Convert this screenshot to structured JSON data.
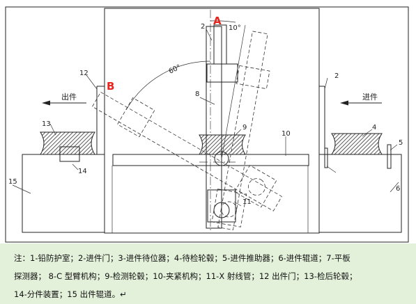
{
  "markers": {
    "a": "A",
    "b": "B"
  },
  "angles": {
    "small": "10°",
    "large": "60°"
  },
  "arrows": {
    "exit": "出件",
    "entry": "进件"
  },
  "part_numbers": {
    "p2_top": "2",
    "p2_right": "2",
    "p4": "4",
    "p5": "5",
    "p6": "6",
    "p8": "8",
    "p9": "9",
    "p10": "10",
    "p11": "11",
    "p12": "12",
    "p13": "13",
    "p14": "14",
    "p15": "15"
  },
  "legend": {
    "line1": "注：1-铅防护室；2-进件门；3-进件待位器；4-待检轮毂；5-进件推助器；6-进件辊道；7-平板",
    "line2": "探测器；   8-C 型臂机构；9-检测轮毂；10-夹紧机构；11-X 射线管；12 出件门；13-检后轮毂；",
    "line3": "14-分件装置；15 出件辊道。↵"
  }
}
